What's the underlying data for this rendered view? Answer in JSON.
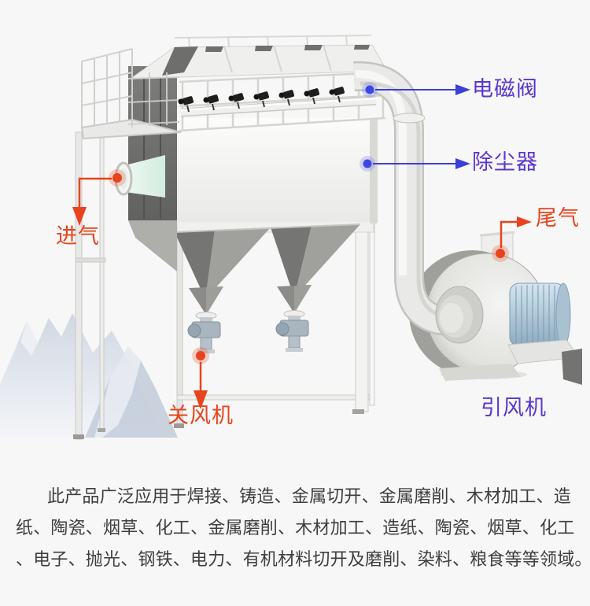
{
  "callouts": {
    "solenoid_valve": "电磁阀",
    "dust_collector": "除尘器",
    "exhaust_gas": "尾气",
    "air_intake": "进气",
    "airlock_fan": "关风机",
    "induced_draft_fan": "引风机"
  },
  "colors": {
    "callout_blue_arrow": "#3a3fd8",
    "callout_purple_text": "#5b35d2",
    "callout_red": "#e8431c",
    "body_text": "#3e3e3e",
    "background": "#f7f7f7",
    "intake_cone_green": "#d9eee1",
    "motor_blue": "#9fb9cb"
  },
  "description": {
    "lines": [
      "此产品广泛应用于焊接、铸造、金属切开、金属磨削、木材加工、造",
      "纸、陶瓷、烟草、化工、金属磨削、木材加工、造纸、陶瓷、烟草、化工",
      "、电子、抛光、钢铁、电力、有机材料切开及磨削、染料、粮食等等领域。"
    ]
  }
}
